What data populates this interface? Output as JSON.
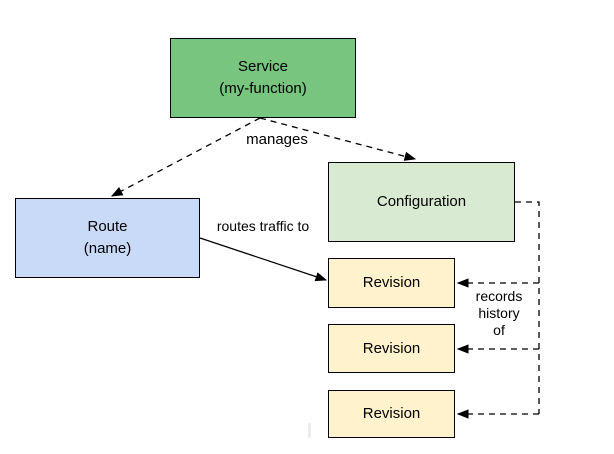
{
  "nodes": {
    "service": {
      "lines": [
        "Service",
        "(my-function)"
      ],
      "fill": "#77C57E"
    },
    "route": {
      "lines": [
        "Route",
        "(name)"
      ],
      "fill": "#C9DAF8"
    },
    "configuration": {
      "label": "Configuration",
      "fill": "#D9EAD3"
    },
    "revisions": [
      {
        "label": "Revision"
      },
      {
        "label": "Revision"
      },
      {
        "label": "Revision"
      }
    ],
    "revision_fill": "#FFF2CC"
  },
  "edges": {
    "manages_label": "manages",
    "routes_label": "routes traffic to",
    "records_label": "records\nhistory\nof"
  },
  "colors": {
    "background": "#ffffff",
    "border": "#000000",
    "line": "#000000",
    "text": "#000000"
  }
}
